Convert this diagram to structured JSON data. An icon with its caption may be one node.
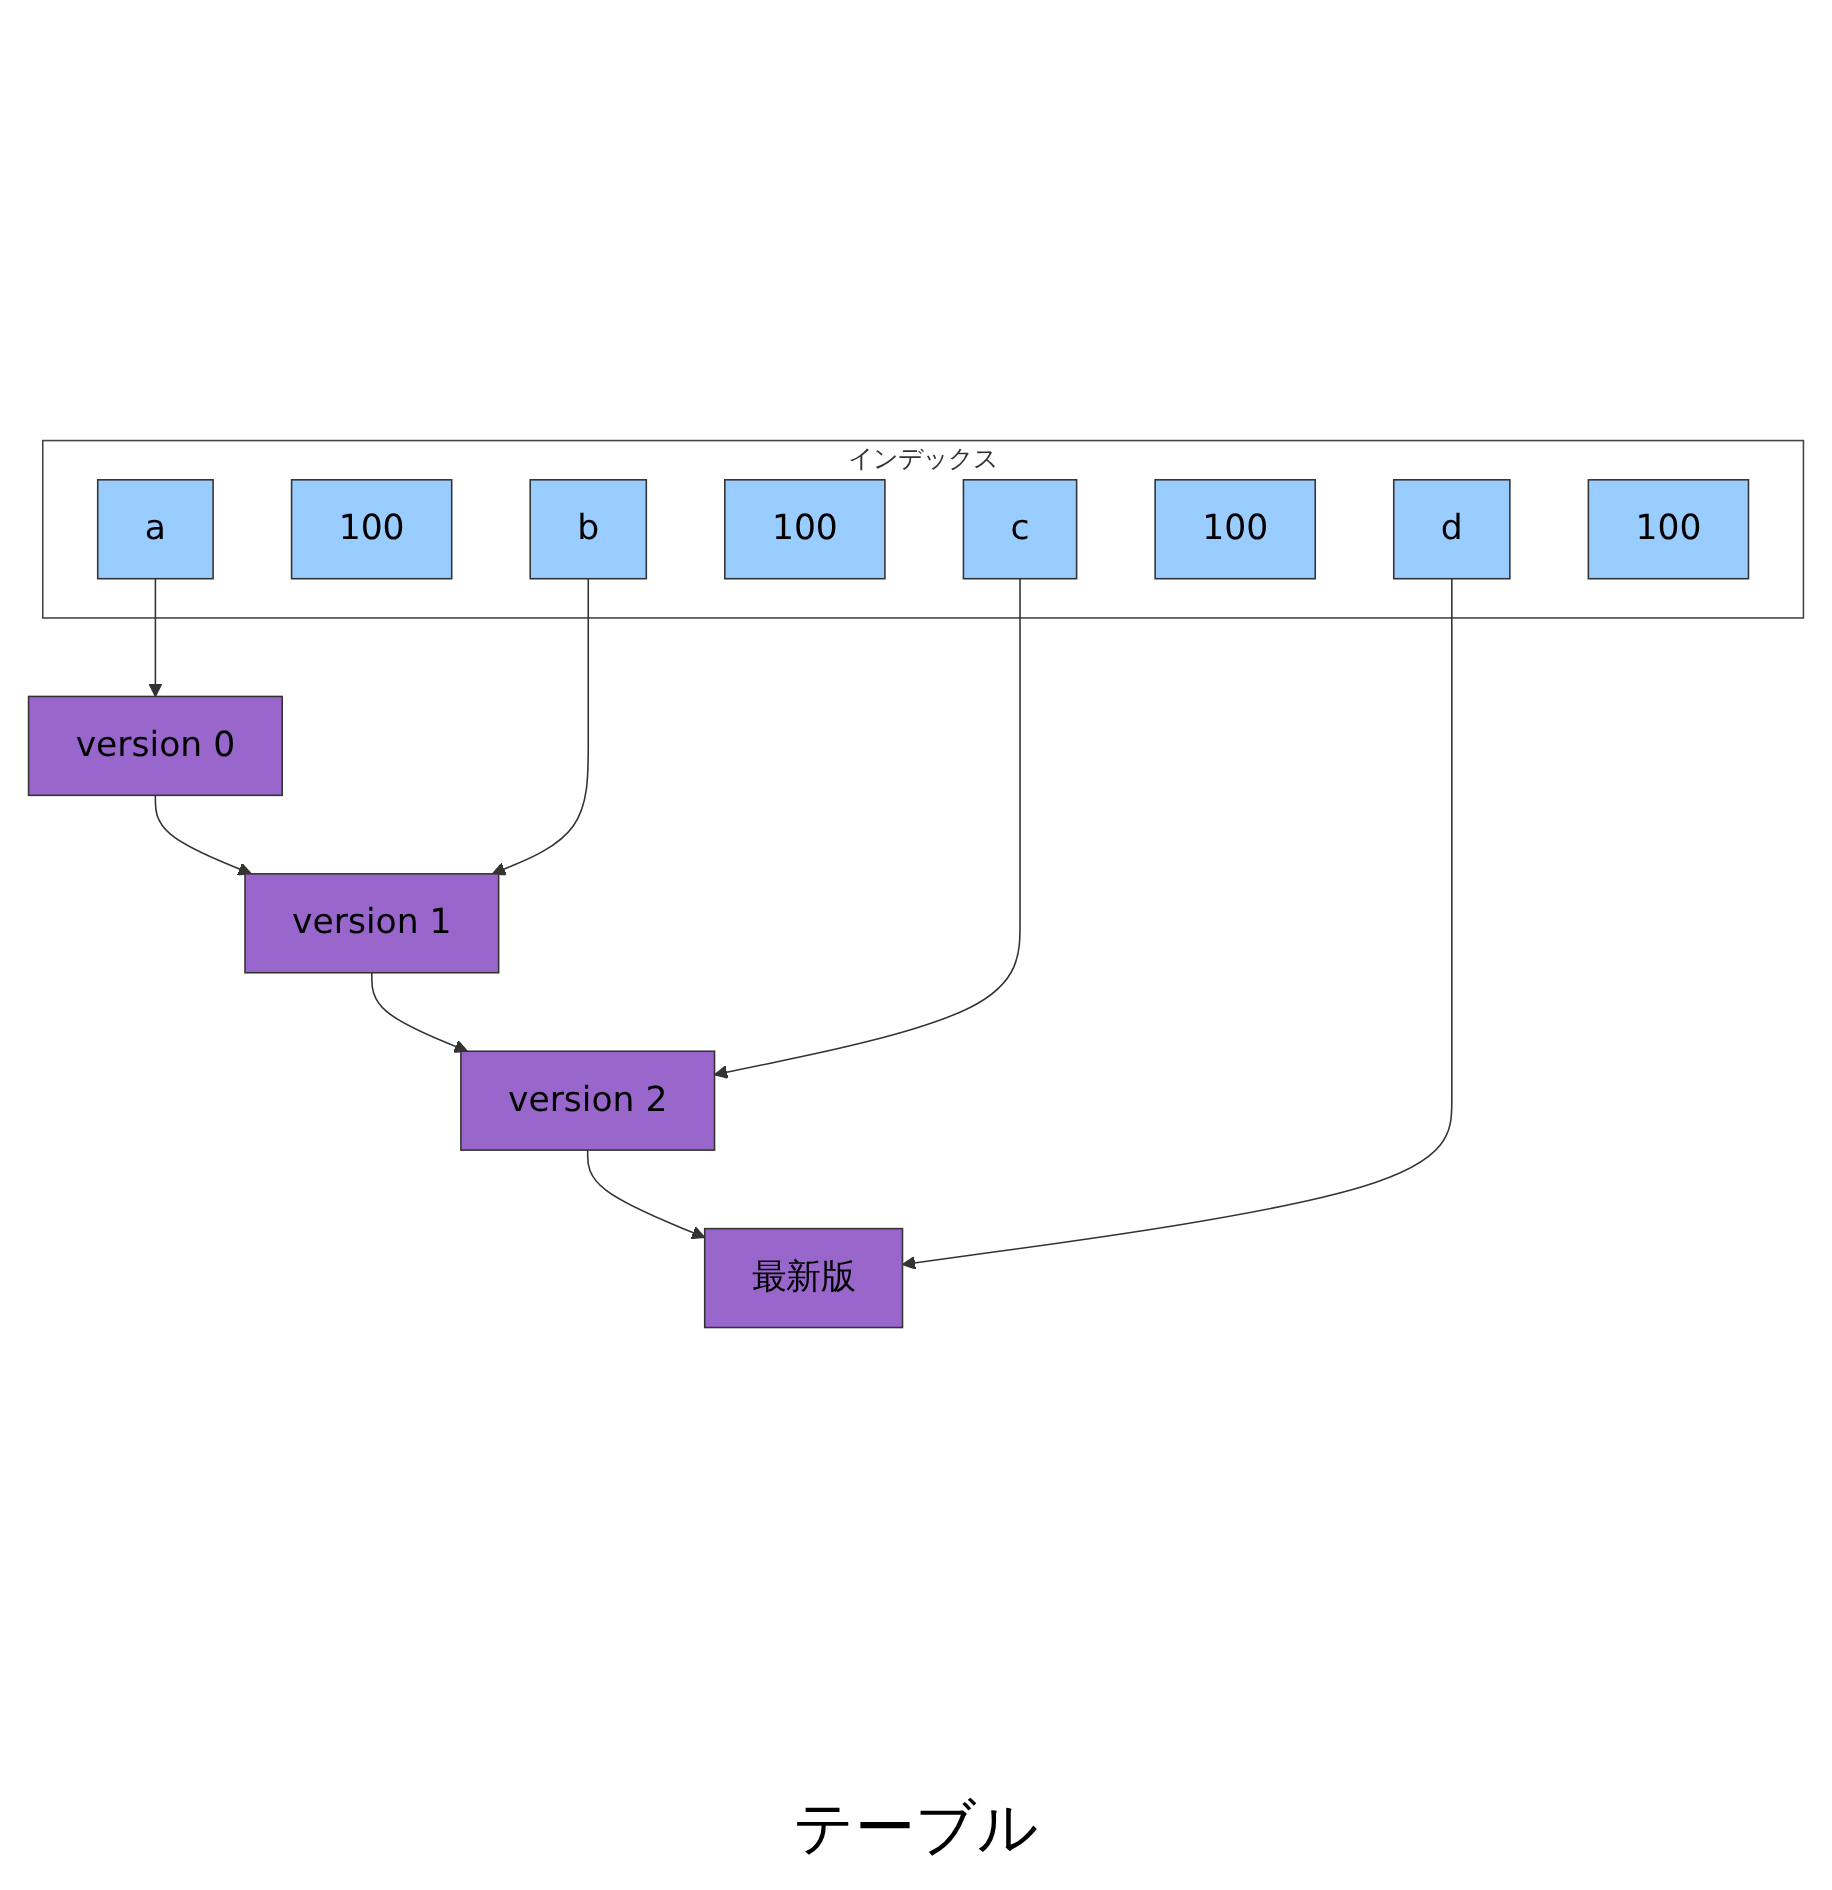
{
  "diagram": {
    "nodes": [
      {
        "text": [
          "version 0"
        ]
      },
      {
        "text": [
          "version 1"
        ]
      },
      {
        "text": [
          "version 2"
        ]
      },
      {
        "text": [
          "最新版"
        ]
      },
      {
        "text": [
          "インデックス"
        ]
      },
      {
        "text": [
          "a"
        ],
        "in": 4
      },
      {
        "text": [
          "100"
        ],
        "in": 4
      },
      {
        "text": [
          "b"
        ],
        "in": 4
      },
      {
        "text": [
          "100"
        ],
        "in": 4
      },
      {
        "text": [
          "c"
        ],
        "in": 4
      },
      {
        "text": [
          "100"
        ],
        "in": 4
      },
      {
        "text": [
          "d"
        ],
        "in": 4
      },
      {
        "text": [
          "100"
        ],
        "in": 4
      }
    ],
    "edges": [
      {
        "from": 0,
        "to": 1,
        "arrow": "to"
      },
      {
        "from": 1,
        "to": 2,
        "arrow": "to"
      },
      {
        "from": 2,
        "to": 3,
        "arrow": "to"
      },
      {
        "from": 5,
        "to": 0,
        "arrow": "to"
      },
      {
        "from": 7,
        "to": 1,
        "arrow": "to"
      },
      {
        "from": 9,
        "to": 2,
        "arrow": "to"
      },
      {
        "from": 11,
        "to": 3,
        "arrow": "to"
      }
    ],
    "labels": [
      "テーブル"
    ]
  }
}
